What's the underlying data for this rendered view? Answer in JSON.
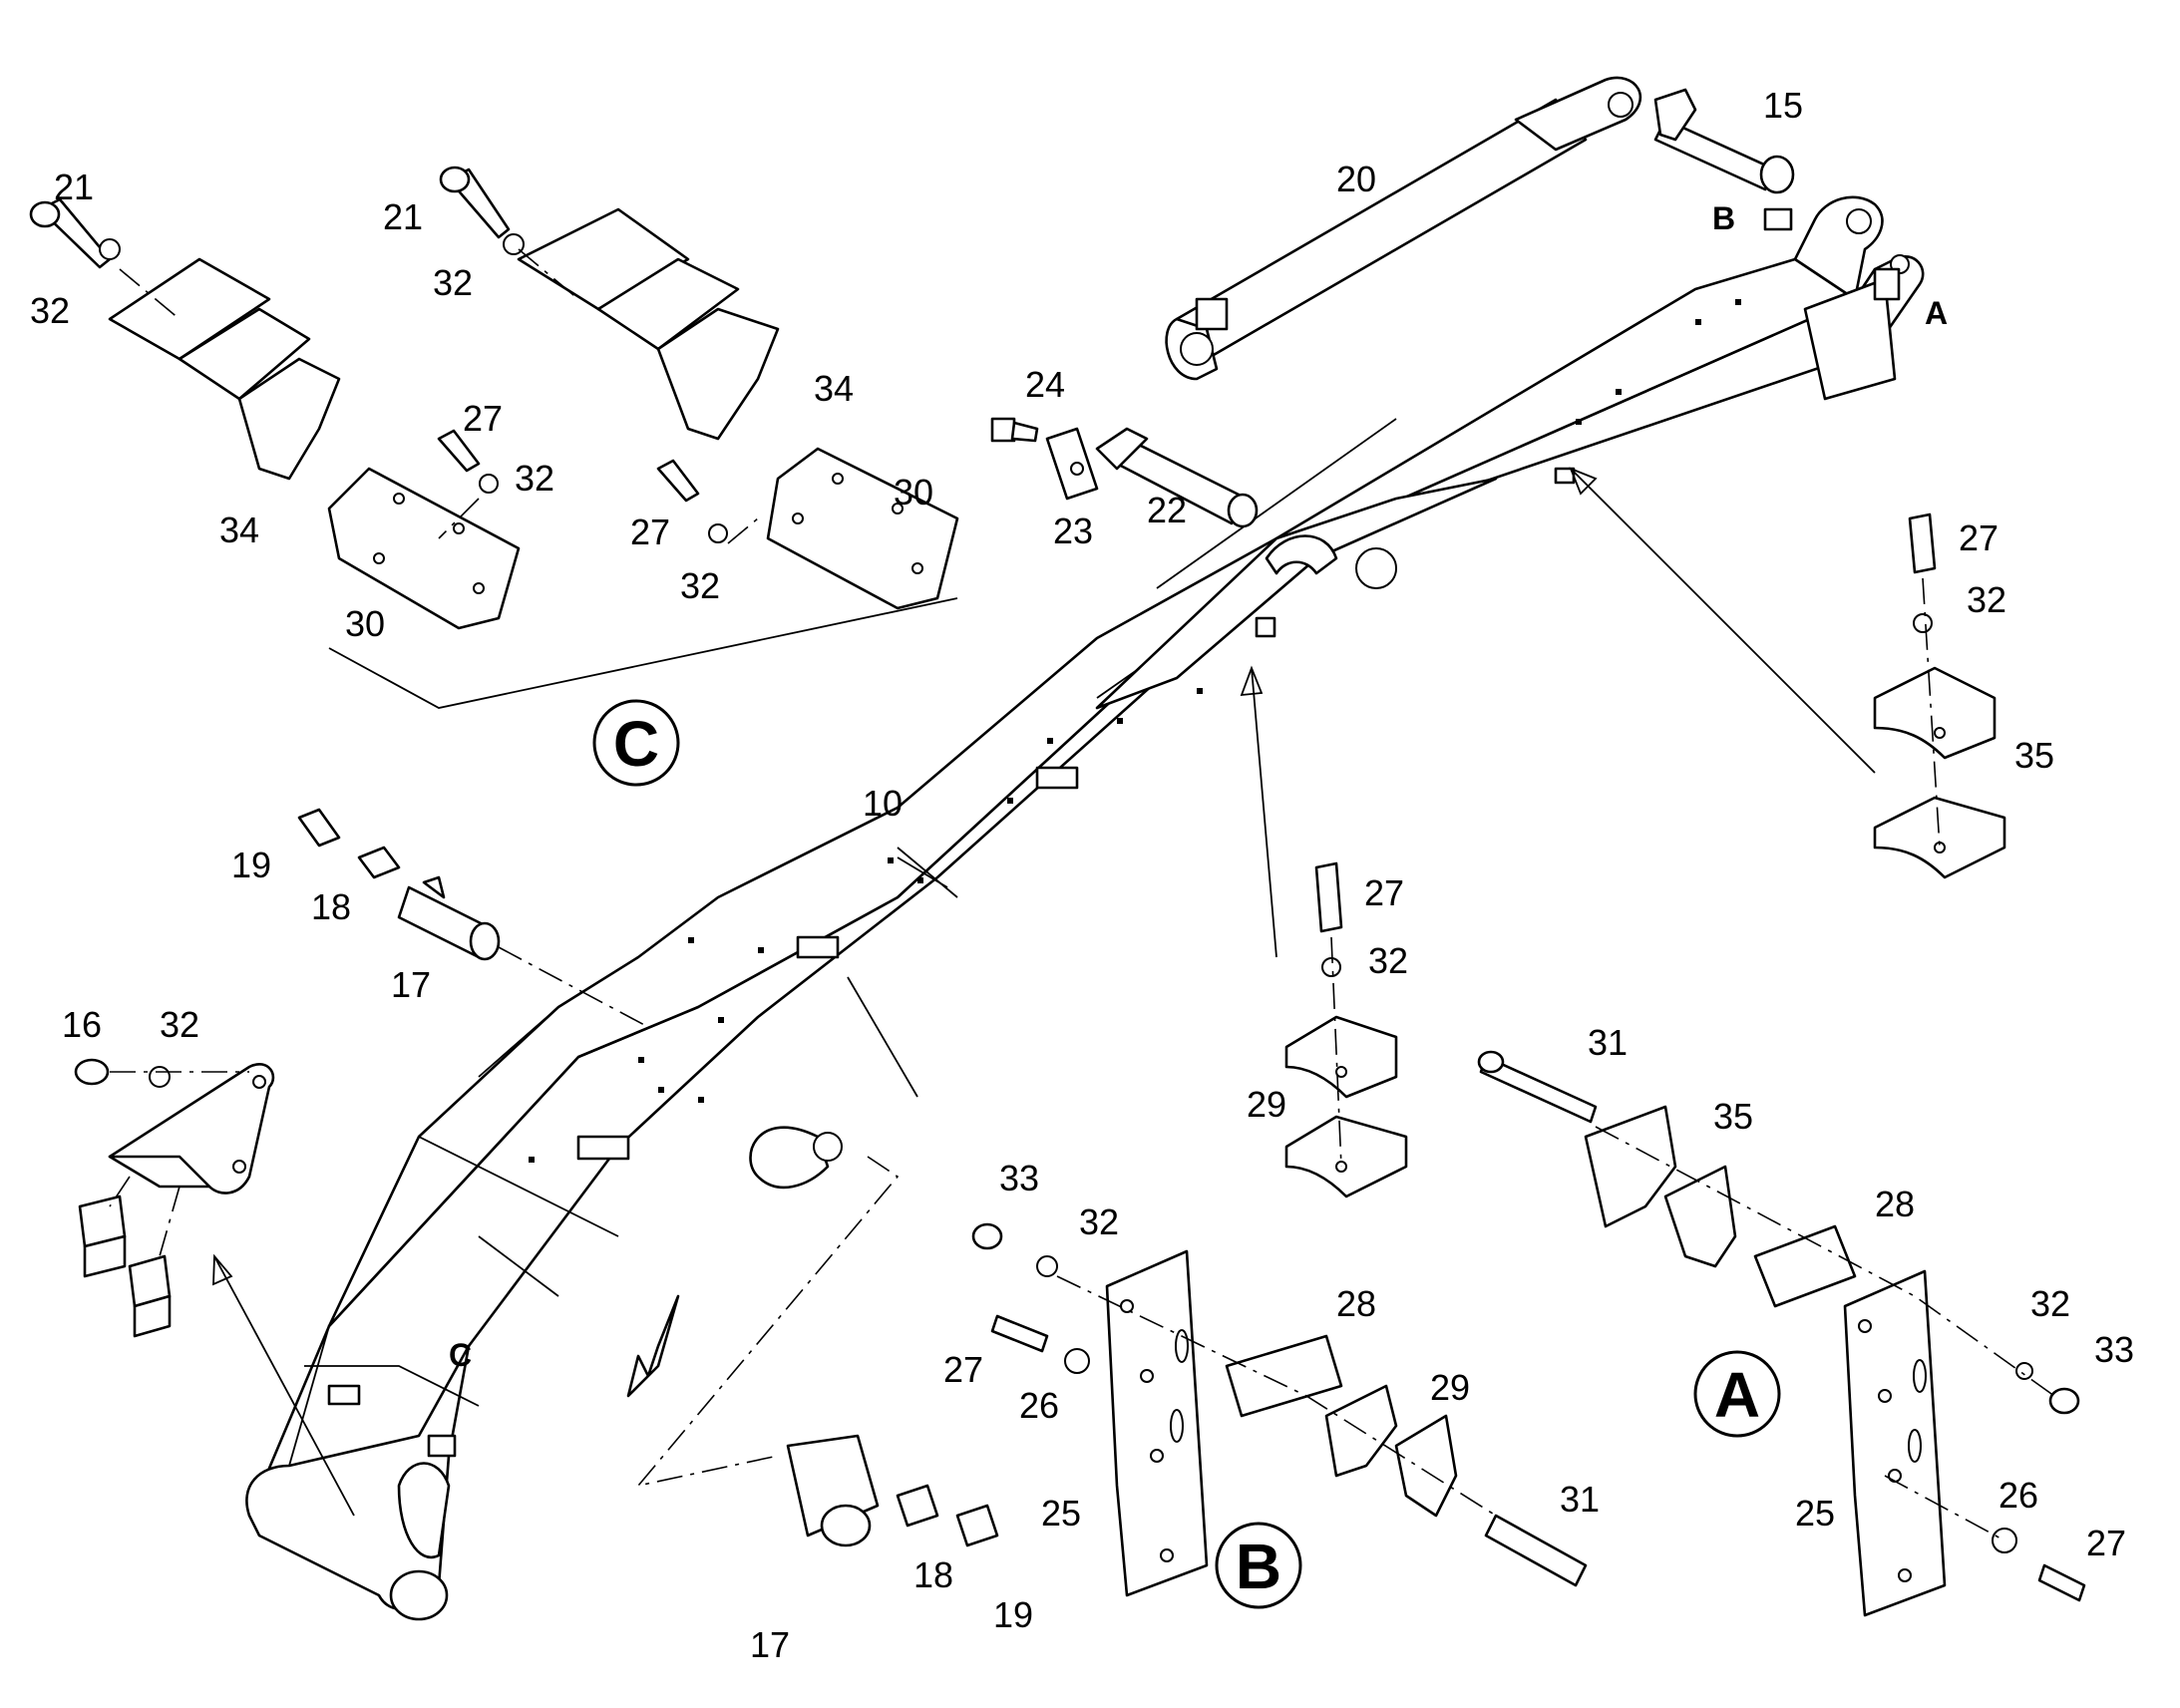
{
  "labels": {
    "p10": "10",
    "p15": "15",
    "p16": "16",
    "p17a": "17",
    "p17b": "17",
    "p18a": "18",
    "p18b": "18",
    "p19a": "19",
    "p19b": "19",
    "p20": "20",
    "p21a": "21",
    "p21b": "21",
    "p22": "22",
    "p23": "23",
    "p24": "24",
    "p25a": "25",
    "p25b": "25",
    "p26a": "26",
    "p26b": "26",
    "p27a": "27",
    "p27b": "27",
    "p27c": "27",
    "p27d": "27",
    "p27e": "27",
    "p27f": "27",
    "p28a": "28",
    "p28b": "28",
    "p29a": "29",
    "p29b": "29",
    "p30a": "30",
    "p30b": "30",
    "p31a": "31",
    "p31b": "31",
    "p32a": "32",
    "p32b": "32",
    "p32c": "32",
    "p32d": "32",
    "p32e": "32",
    "p32f": "32",
    "p32g": "32",
    "p32h": "32",
    "p32i": "32",
    "p33a": "33",
    "p33b": "33",
    "p34a": "34",
    "p34b": "34",
    "p35a": "35",
    "p35b": "35"
  },
  "views": {
    "a": "A",
    "b": "B",
    "c": "C"
  },
  "marks": {
    "a": "A",
    "b": "B",
    "c": "C"
  }
}
